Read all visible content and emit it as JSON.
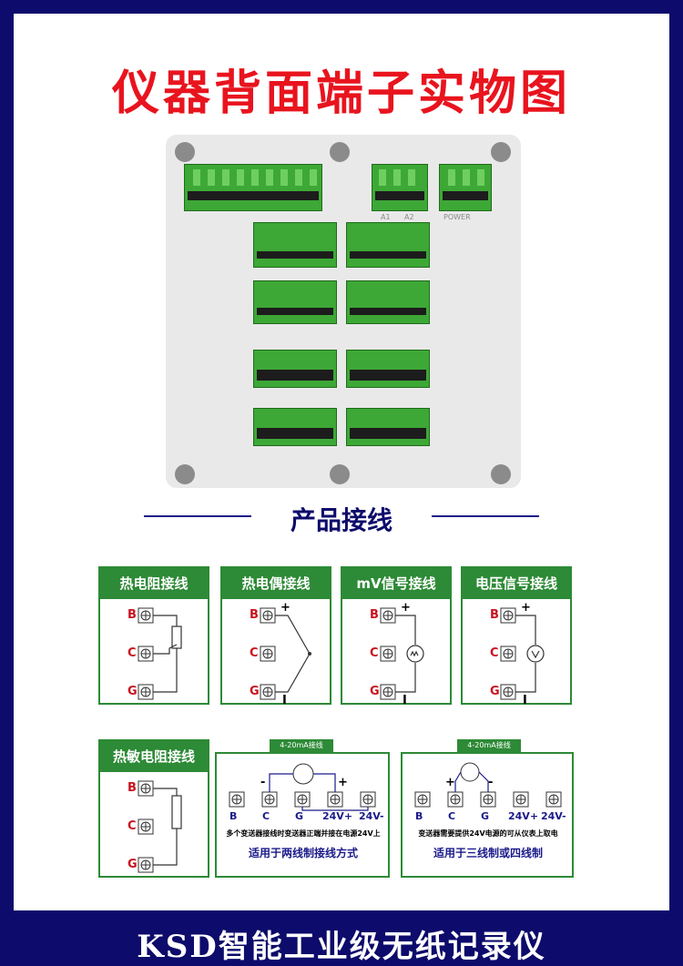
{
  "title": "仪器背面端子实物图",
  "section_title": "产品接线",
  "panel": {
    "labels": [
      "A1",
      "A2",
      "POWER"
    ]
  },
  "cards": {
    "rtd": {
      "title": "热电阻接线"
    },
    "tc": {
      "title": "热电偶接线"
    },
    "mv": {
      "title": "mV信号接线"
    },
    "volt": {
      "title": "电压信号接线"
    },
    "thermistor": {
      "title": "热敏电阻接线"
    }
  },
  "terminals": {
    "b": "B",
    "c": "C",
    "g": "G"
  },
  "signs": {
    "plus": "+",
    "minus": "-",
    "minus_bar": "I"
  },
  "loop2": {
    "tag": "4-20mA接线",
    "meter": "mA",
    "labels": [
      "B",
      "C",
      "G",
      "24V+",
      "24V-"
    ],
    "note": "多个变送器接线时变送器正端并接在电源24V上",
    "mode": "适用于两线制接线方式"
  },
  "loop3": {
    "tag": "4-20mA接线",
    "meter": "mA",
    "labels": [
      "B",
      "C",
      "G",
      "24V+",
      "24V-"
    ],
    "note": "变送器需要提供24V电源的可从仪表上取电",
    "mode": "适用于三线制或四线制"
  },
  "footer": "KSD智能工业级无纸记录仪",
  "colors": {
    "brand_blue": "#0d0b6b",
    "title_red": "#e8141e",
    "green": "#2d8a36",
    "terminal_green": "#3da836"
  }
}
